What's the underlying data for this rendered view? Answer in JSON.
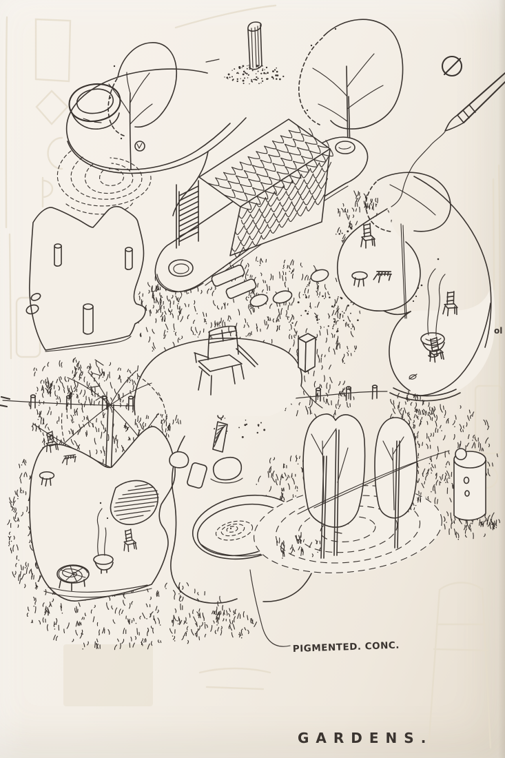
{
  "labels": {
    "material_note": "PIGMENTED. CONC.",
    "drawing_title": "GARDENS.",
    "edge_text_fragment": "ol"
  },
  "palette": {
    "paper": "#f4efe7",
    "paper_shade": "#e9e1d4",
    "ink": "#3a3430",
    "bleed": "#e5dcca"
  },
  "scene": {
    "type": "hand-drawn isometric garden concept sketch in ink",
    "elements": [
      "looping-ramp-with-bowl-planter",
      "sapling-with-dashed-canopy",
      "dashed-ground-contours",
      "timber-post-on-gravel-patch",
      "scallop-clad-pavilion-on-oval-island",
      "tree-growing-through-island-deck",
      "ladder-hatched-gable-end",
      "technical-pen-drawing-a-line",
      "crossed-out-circle-mark",
      "boomerang-slab-with-bollards",
      "hand-scribbled-grass-meadow",
      "clothesline-fence-with-posts",
      "armchair-on-contoured-mound",
      "concrete-monolith-block",
      "s-curved-terrace-with-chairs-table-and-fire-bowl",
      "lower-terrace-with-smoking-fire-bowl",
      "tall-tree-with-spiral-bench-at-base",
      "irregular-terrace-with-chairs-hatched-chaise-and-fire-bowl",
      "oval-pond-with-spiral-ripples",
      "stepping-stones-and-boulders",
      "pigmented-concrete-path",
      "columnar-trees-on-ringed-mound",
      "notched-concrete-cylinder",
      "page-bleedthrough-ghost-marks"
    ]
  }
}
